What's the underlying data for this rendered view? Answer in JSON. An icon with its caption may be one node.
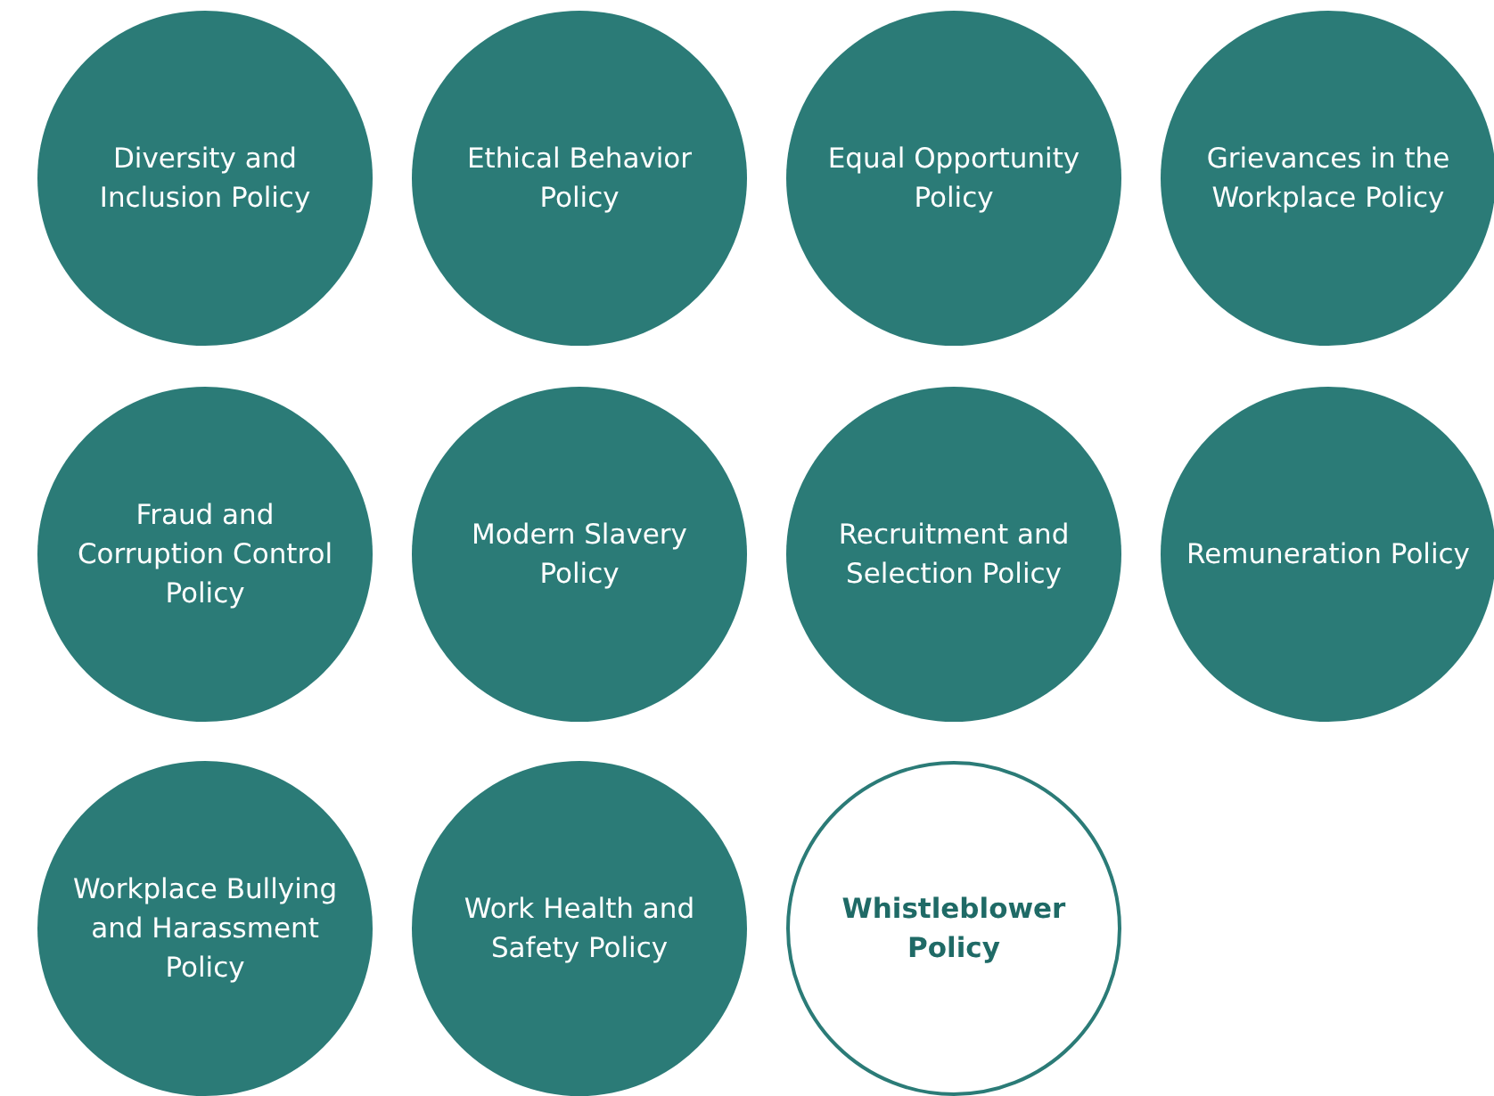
{
  "diagram": {
    "nodes": [
      {
        "text": [
          "Diversity and Inclusion Policy"
        ]
      },
      {
        "text": [
          "Ethical Behavior Policy"
        ]
      },
      {
        "text": [
          "Equal Opportunity Policy"
        ]
      },
      {
        "text": [
          "Grievances in the Workplace Policy"
        ]
      },
      {
        "text": [
          "Fraud and Corruption Control Policy"
        ]
      },
      {
        "text": [
          "Modern Slavery Policy"
        ]
      },
      {
        "text": [
          "Recruitment and Selection Policy"
        ]
      },
      {
        "text": [
          "Remuneration Policy"
        ]
      },
      {
        "text": [
          "Workplace Bullying and Harassment Policy"
        ]
      },
      {
        "text": [
          "Work Health and Safety Policy"
        ]
      },
      {
        "text": [
          "Whistleblower Policy"
        ]
      }
    ]
  }
}
